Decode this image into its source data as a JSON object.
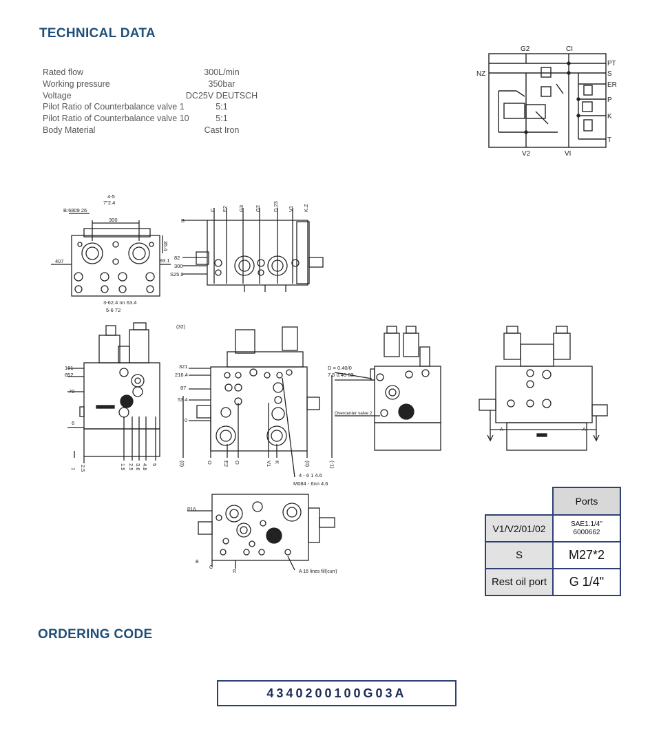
{
  "technical_data": {
    "title": "TECHNICAL DATA",
    "specs": [
      {
        "label": "Rated flow",
        "value": "300L/min"
      },
      {
        "label": "Working pressure",
        "value": "350bar"
      },
      {
        "label": "Voltage",
        "value": "DC25V DEUTSCH"
      },
      {
        "label": "Pilot Ratio of Counterbalance valve 1",
        "value": "5:1"
      },
      {
        "label": "Pilot Ratio of Counterbalance valve 10",
        "value": "5:1"
      },
      {
        "label": "Body Material",
        "value": "Cast Iron"
      }
    ]
  },
  "schematic": {
    "top_ports": [
      "G2",
      "CI"
    ],
    "left_port": "NZ",
    "right_ports": [
      "PT",
      "S",
      "ER",
      "P",
      "K",
      "T"
    ],
    "bottom_ports": [
      "V2",
      "VI"
    ]
  },
  "drawing_labels": {
    "top_left_small": [
      "4-5",
      "7\"2.4",
      "B:6809 26",
      "300"
    ],
    "top_left_side": [
      "407",
      "35.4",
      "93.1"
    ],
    "top_left_bottom": [
      "3-62.4 nn 63.4",
      "5-6 72"
    ],
    "top_mid_top": [
      "C",
      "E2",
      "G3",
      "G2",
      "D.23",
      "V1",
      "K.Z"
    ],
    "top_mid_left": [
      "B",
      "82",
      "300",
      "S25.9"
    ],
    "mid_left_side": [
      "161",
      "852",
      "70",
      "6"
    ],
    "mid_left_bottom": [
      "1",
      "2.5",
      "1.5",
      "2.5",
      "3.6",
      "4.8",
      "5"
    ],
    "mid_center_top": "(32)",
    "mid_center_left": [
      "321",
      "216.4",
      "87",
      "53.4",
      "0"
    ],
    "mid_center_bottom": [
      "(0)",
      "O",
      "E2",
      "O",
      "V1",
      "(-1)",
      "K",
      "(0)"
    ],
    "mid_center_note1": "D = 0.40/0",
    "mid_center_note2": "7.5 0.40 03",
    "mid_center_note3": "4 - 6 1 4.6",
    "mid_center_note4": "M084 - 6nn 4.6",
    "mid_right_note": "Overcenter valve 2",
    "far_right_ports": [
      "A",
      "A"
    ],
    "bottom_left": "P16",
    "bottom_labels": [
      "B",
      "C",
      "R"
    ],
    "bottom_note": "A 16 lines fill(curr)"
  },
  "ports_table": {
    "header": "Ports",
    "rows": [
      {
        "port": "V1/V2/01/02",
        "spec1": "SAE1.1/4\"",
        "spec2": "6000662"
      },
      {
        "port": "S",
        "spec1": "M27*2",
        "spec2": ""
      },
      {
        "port": "Rest oil port",
        "spec1": "G 1/4\"",
        "spec2": ""
      }
    ]
  },
  "ordering": {
    "title": "ORDERING CODE",
    "code": "4340200100G03A"
  }
}
